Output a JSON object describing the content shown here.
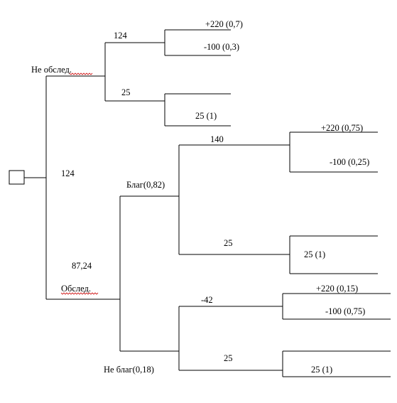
{
  "labels": {
    "root_value": "124",
    "branch_not_surveyed": "Не обслед.",
    "branch_surveyed": "Обслед.",
    "surveyed_value": "87,24",
    "n1_value": "124",
    "n1_outcome_high": "+220 (0,7)",
    "n1_outcome_low": "-100 (0,3)",
    "n2_value": "25",
    "n2_outcome": "25 (1)",
    "favorable": "Благ(0,82)",
    "unfavorable": "Не благ(0,18)",
    "n3_value": "140",
    "n3_outcome_high": "+220 (0,75)",
    "n3_outcome_low": "-100 (0,25)",
    "n4_value": "25",
    "n4_outcome": "25 (1)",
    "n5_value": "-42",
    "n5_outcome_high": "+220 (0,15)",
    "n5_outcome_low": "-100 (0,75)",
    "n6_value": "25",
    "n6_outcome": "25 (1)"
  }
}
